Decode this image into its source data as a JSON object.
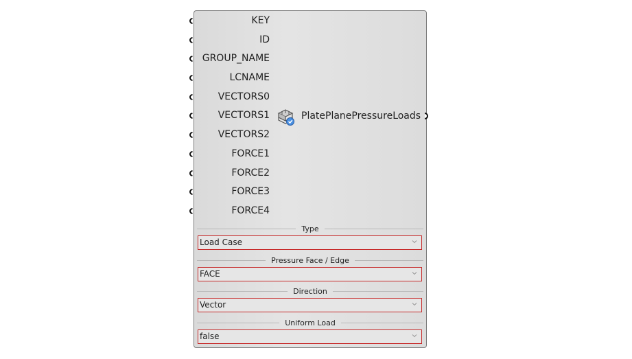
{
  "component": {
    "name": "PlatePlanePressureLoads",
    "icon": "plate-pressure-load-icon",
    "inputs": [
      "KEY",
      "ID",
      "GROUP_NAME",
      "LCNAME",
      "VECTORS0",
      "VECTORS1",
      "VECTORS2",
      "FORCE1",
      "FORCE2",
      "FORCE3",
      "FORCE4"
    ],
    "options": [
      {
        "title": "Type",
        "value": "Load Case"
      },
      {
        "title": "Pressure Face / Edge",
        "value": "FACE"
      },
      {
        "title": "Direction",
        "value": "Vector"
      },
      {
        "title": "Uniform Load",
        "value": "false"
      }
    ]
  },
  "colors": {
    "dropdown_border": "#c62828",
    "body": "#dedede",
    "grip": "#111111"
  }
}
